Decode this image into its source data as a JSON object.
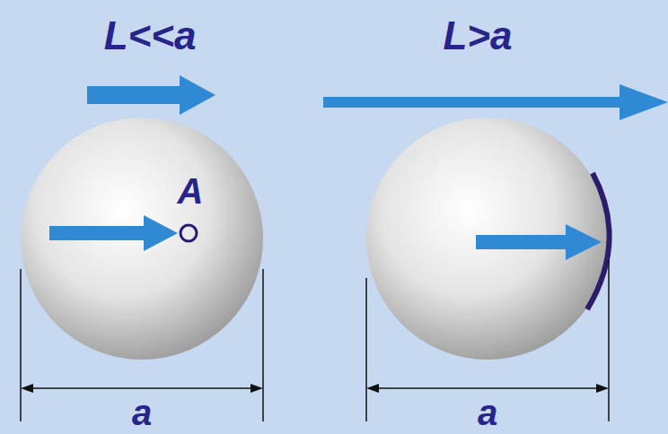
{
  "diagram": {
    "labels": [
      "L<<a",
      "L>a",
      "A",
      "a",
      "a"
    ]
  }
}
